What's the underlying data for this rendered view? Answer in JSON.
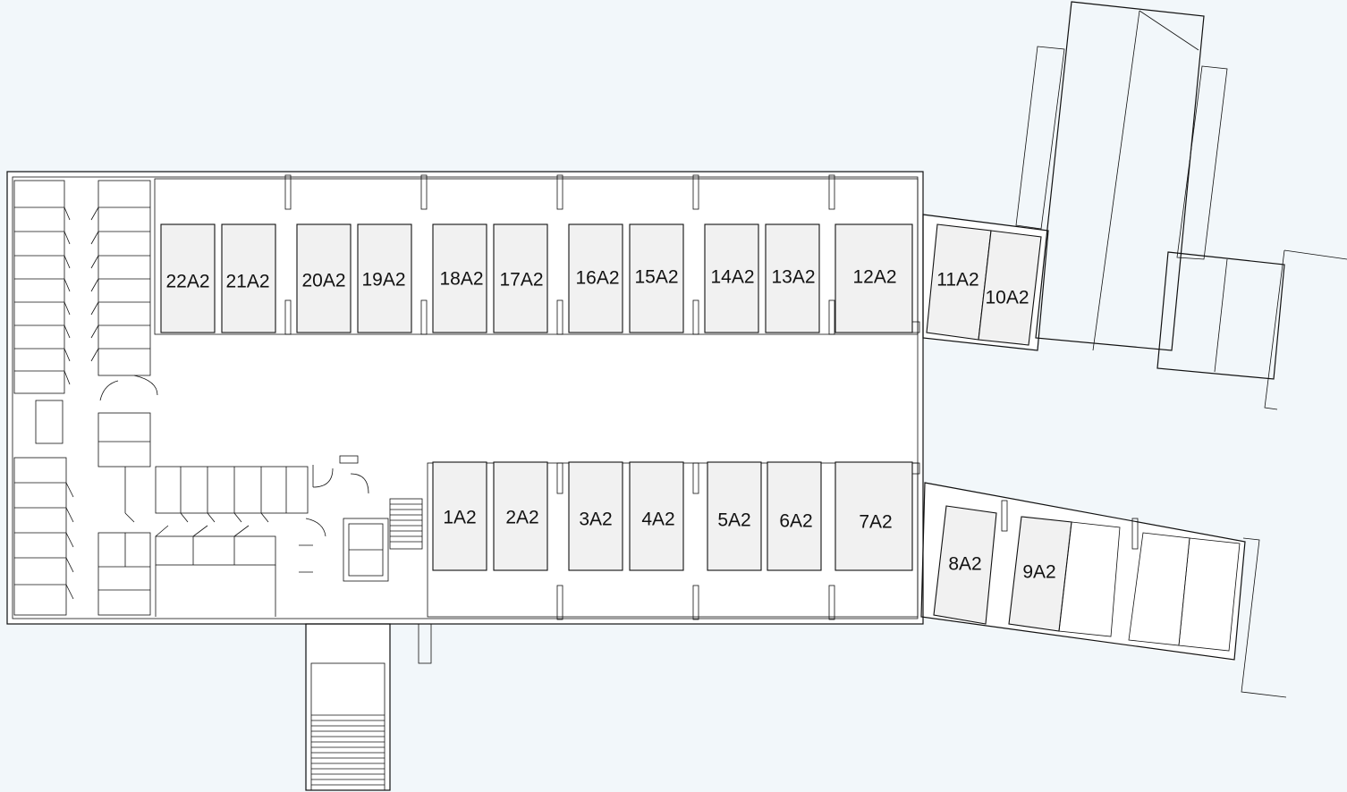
{
  "colors": {
    "background": "#f2f7fa",
    "floor": "#ffffff",
    "spot_fill": "#f1f1f1",
    "lines": "#111111"
  },
  "spots": {
    "s1": "1A2",
    "s2": "2A2",
    "s3": "3A2",
    "s4": "4A2",
    "s5": "5A2",
    "s6": "6A2",
    "s7": "7A2",
    "s8": "8A2",
    "s9": "9A2",
    "s10": "10A2",
    "s11": "11A2",
    "s12": "12A2",
    "s13": "13A2",
    "s14": "14A2",
    "s15": "15A2",
    "s16": "16A2",
    "s17": "17A2",
    "s18": "18A2",
    "s19": "19A2",
    "s20": "20A2",
    "s21": "21A2",
    "s22": "22A2"
  }
}
